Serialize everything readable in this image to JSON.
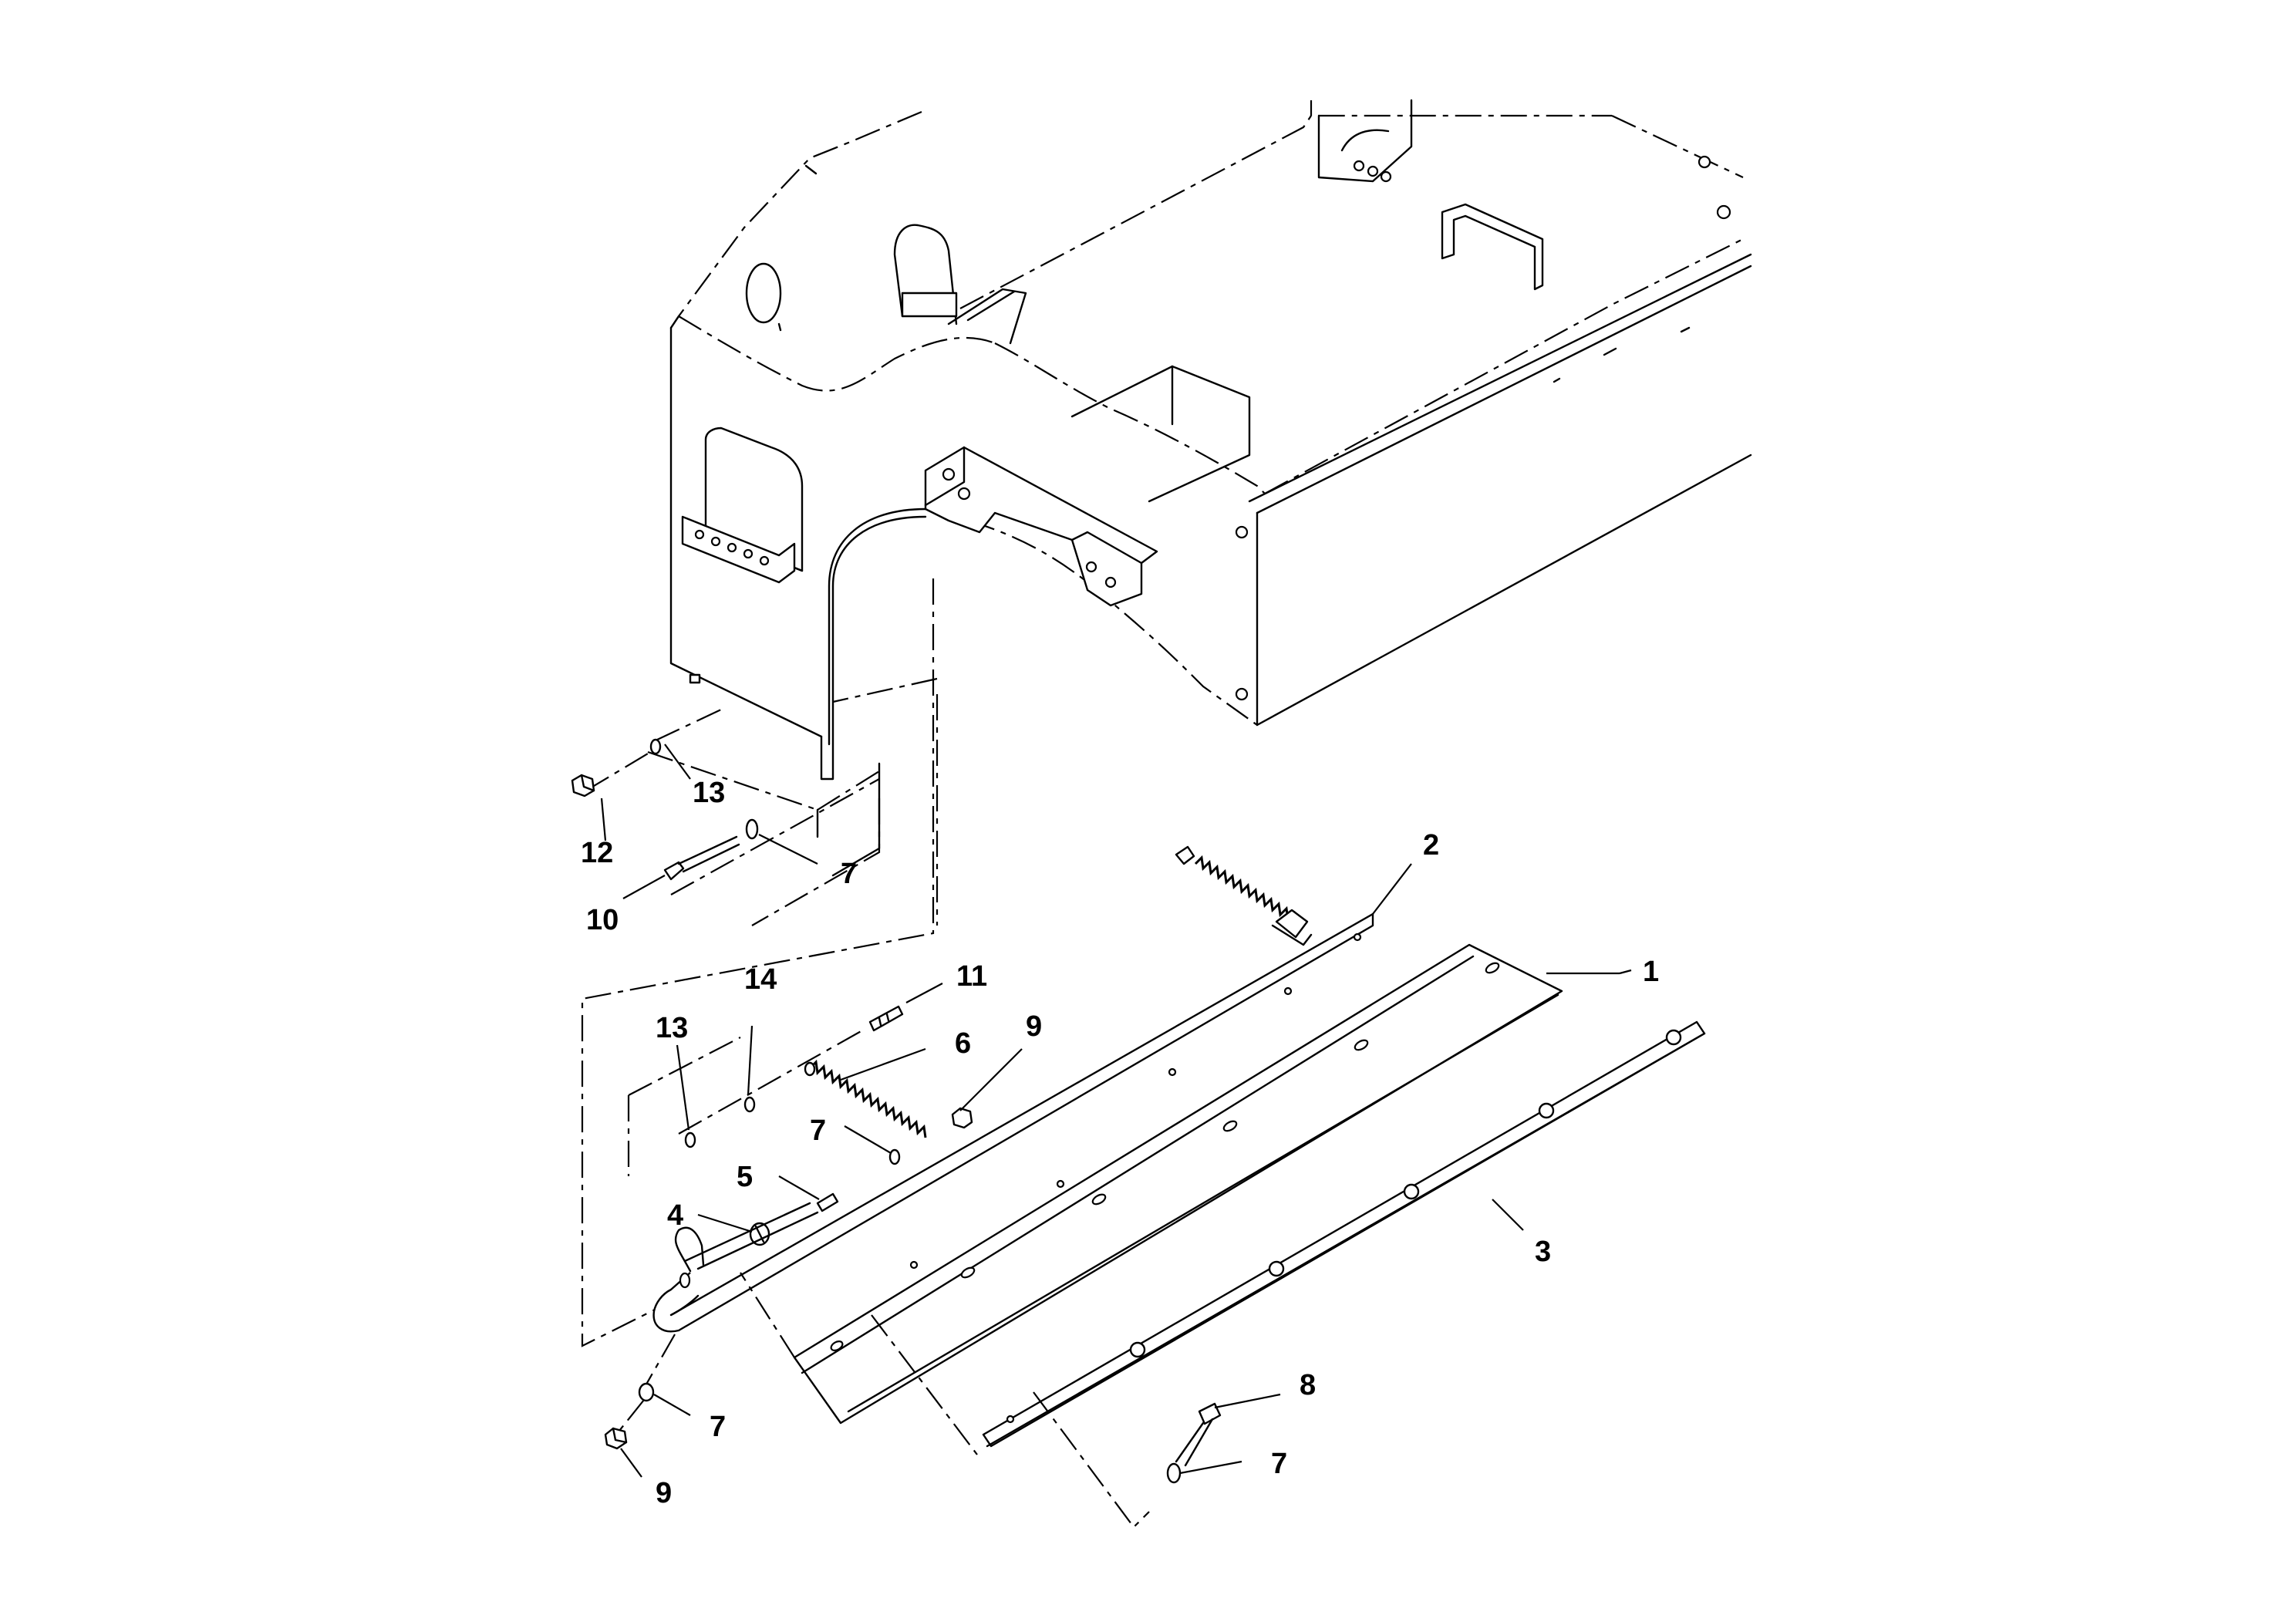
{
  "callouts": [
    {
      "id": "c1",
      "label": "1"
    },
    {
      "id": "c2",
      "label": "2"
    },
    {
      "id": "c3",
      "label": "3"
    },
    {
      "id": "c4",
      "label": "4"
    },
    {
      "id": "c5",
      "label": "5"
    },
    {
      "id": "c6",
      "label": "6"
    },
    {
      "id": "c7a",
      "label": "7"
    },
    {
      "id": "c7b",
      "label": "7"
    },
    {
      "id": "c7c",
      "label": "7"
    },
    {
      "id": "c7d",
      "label": "7"
    },
    {
      "id": "c8",
      "label": "8"
    },
    {
      "id": "c9a",
      "label": "9"
    },
    {
      "id": "c9b",
      "label": "9"
    },
    {
      "id": "c10",
      "label": "10"
    },
    {
      "id": "c11",
      "label": "11"
    },
    {
      "id": "c12",
      "label": "12"
    },
    {
      "id": "c13a",
      "label": "13"
    },
    {
      "id": "c13b",
      "label": "13"
    },
    {
      "id": "c14",
      "label": "14"
    }
  ]
}
